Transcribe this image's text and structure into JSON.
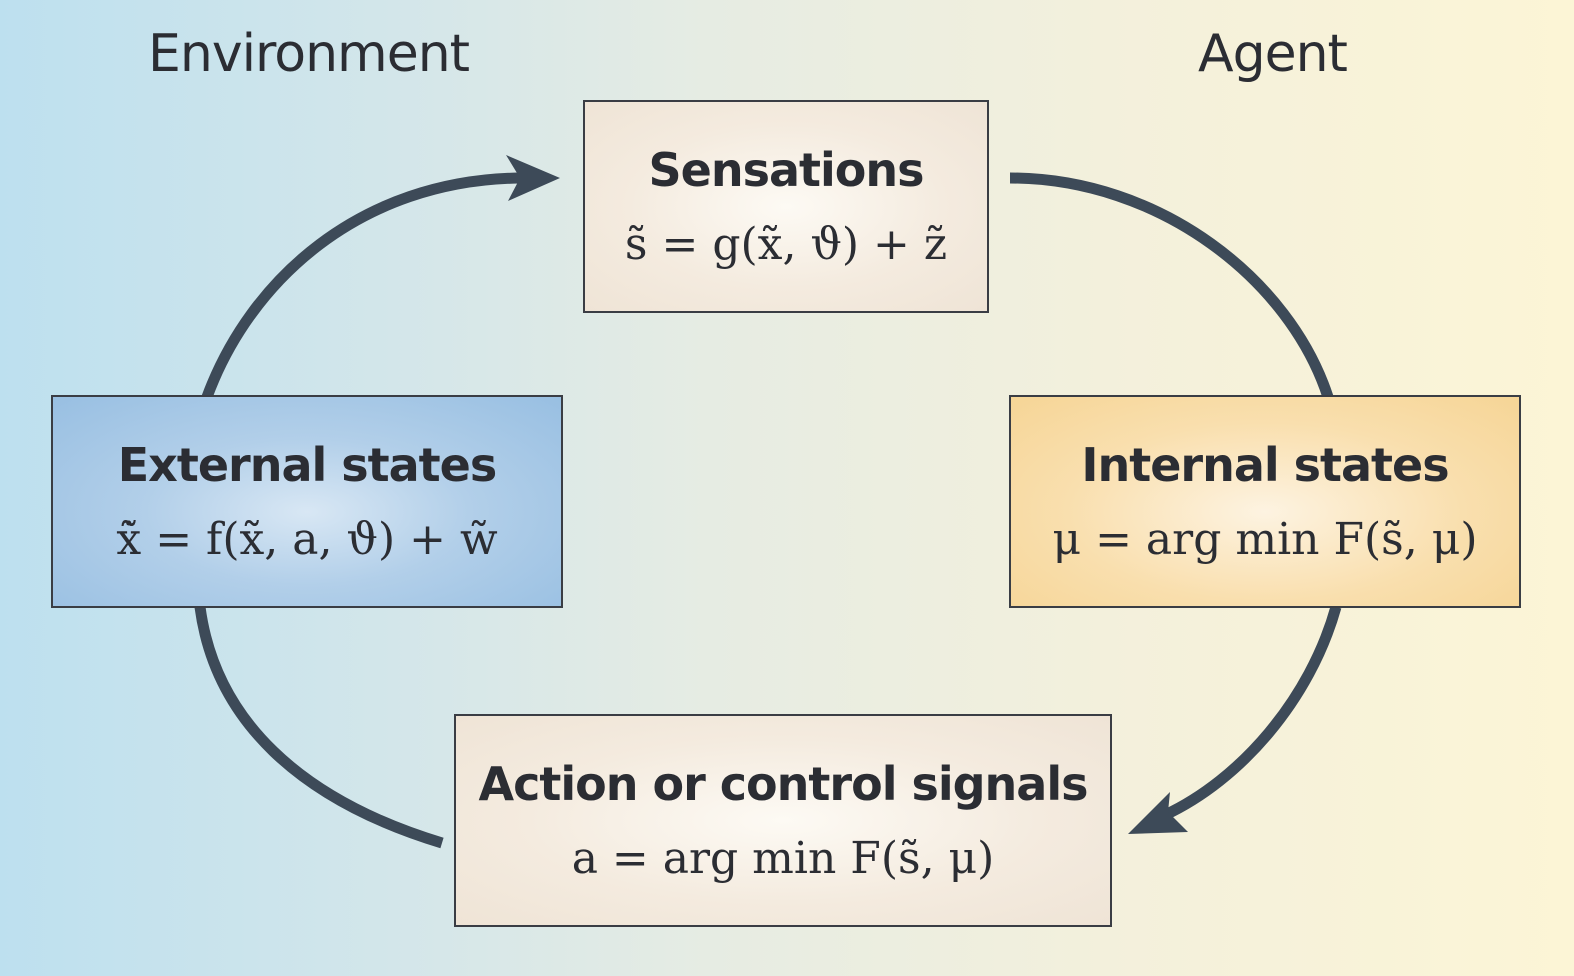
{
  "regions": {
    "environment": "Environment",
    "agent": "Agent"
  },
  "boxes": {
    "sensations": {
      "title": "Sensations",
      "equation": "s̃ = g(x̃, ϑ) + z̃"
    },
    "external_states": {
      "title": "External states",
      "equation": "x̃̇ = f(x̃, a, ϑ) + w̃"
    },
    "internal_states": {
      "title": "Internal states",
      "equation": "μ = arg min F(s̃, μ)"
    },
    "action": {
      "title": "Action or control signals",
      "equation": "a = arg min F(s̃, μ)"
    }
  },
  "colors": {
    "arrow": "#3d4a58",
    "external_box": "#a4c6e6",
    "internal_box": "#f8da9e",
    "neutral_box": "#f2e8dc"
  }
}
